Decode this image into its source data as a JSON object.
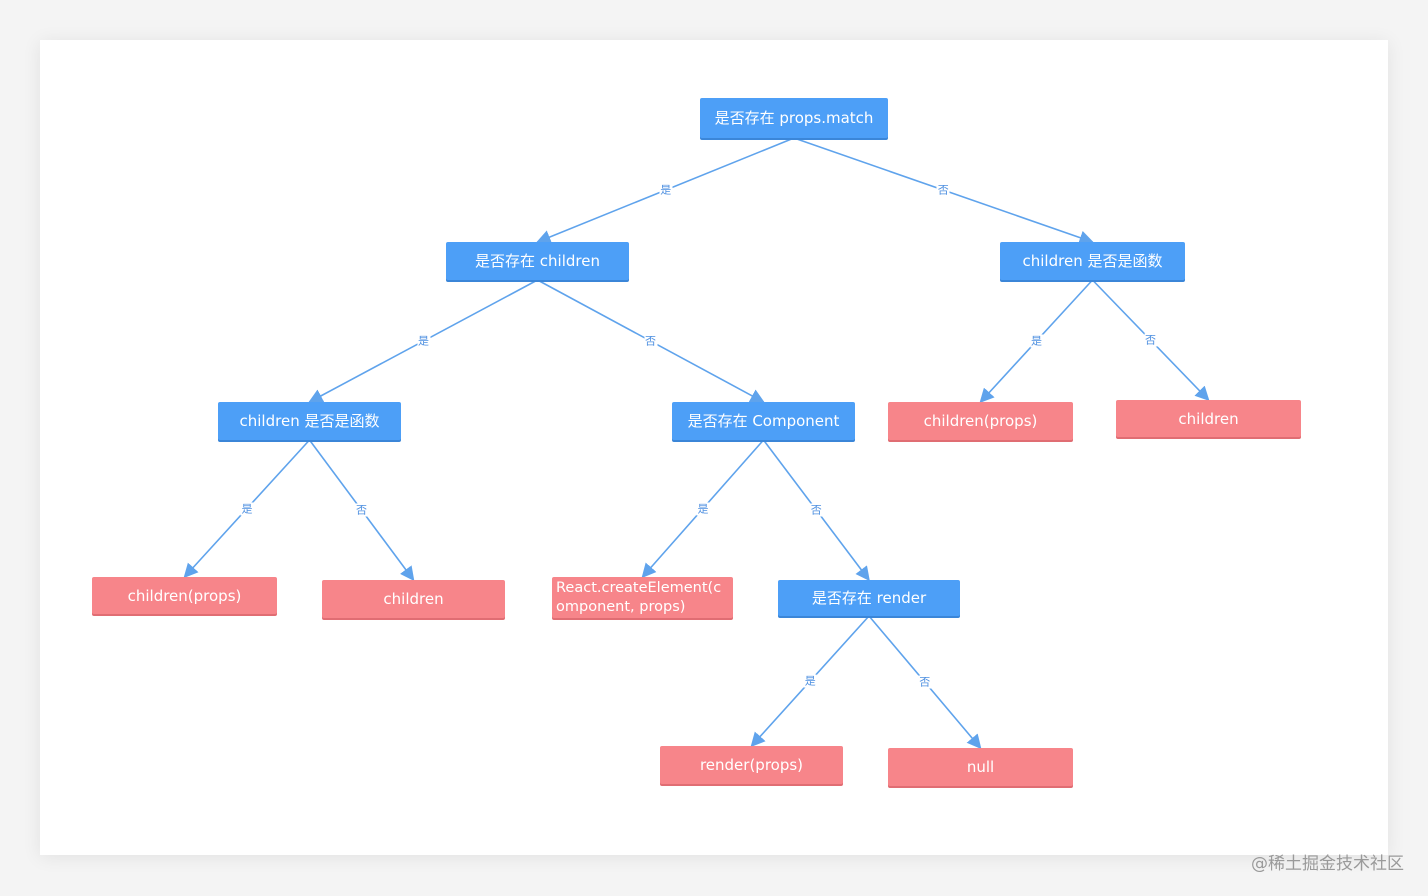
{
  "diagram": {
    "nodes": [
      {
        "id": "n-props-match",
        "label": "是否存在 props.match",
        "kind": "decision"
      },
      {
        "id": "n-exists-children",
        "label": "是否存在 children",
        "kind": "decision"
      },
      {
        "id": "n-children-fn-right",
        "label": "children 是否是函数",
        "kind": "decision"
      },
      {
        "id": "n-children-fn-left",
        "label": "children 是否是函数",
        "kind": "decision"
      },
      {
        "id": "n-exists-component",
        "label": "是否存在 Component",
        "kind": "decision"
      },
      {
        "id": "n-children-props-right",
        "label": "children(props)",
        "kind": "result"
      },
      {
        "id": "n-children-right",
        "label": "children",
        "kind": "result"
      },
      {
        "id": "n-children-props-left",
        "label": "children(props)",
        "kind": "result"
      },
      {
        "id": "n-children-left",
        "label": "children",
        "kind": "result"
      },
      {
        "id": "n-create-element",
        "label": "React.createElement(component, props)",
        "kind": "result"
      },
      {
        "id": "n-exists-render",
        "label": "是否存在 render",
        "kind": "decision"
      },
      {
        "id": "n-render-props",
        "label": "render(props)",
        "kind": "result"
      },
      {
        "id": "n-null",
        "label": "null",
        "kind": "result"
      }
    ],
    "edges": [
      {
        "from": "n-props-match",
        "to": "n-exists-children",
        "label": "是"
      },
      {
        "from": "n-props-match",
        "to": "n-children-fn-right",
        "label": "否"
      },
      {
        "from": "n-exists-children",
        "to": "n-children-fn-left",
        "label": "是"
      },
      {
        "from": "n-exists-children",
        "to": "n-exists-component",
        "label": "否"
      },
      {
        "from": "n-children-fn-right",
        "to": "n-children-props-right",
        "label": "是"
      },
      {
        "from": "n-children-fn-right",
        "to": "n-children-right",
        "label": "否"
      },
      {
        "from": "n-children-fn-left",
        "to": "n-children-props-left",
        "label": "是"
      },
      {
        "from": "n-children-fn-left",
        "to": "n-children-left",
        "label": "否"
      },
      {
        "from": "n-exists-component",
        "to": "n-create-element",
        "label": "是"
      },
      {
        "from": "n-exists-component",
        "to": "n-exists-render",
        "label": "否"
      },
      {
        "from": "n-exists-render",
        "to": "n-render-props",
        "label": "是"
      },
      {
        "from": "n-exists-render",
        "to": "n-null",
        "label": "否"
      }
    ]
  },
  "watermark": "@稀土掘金技术社区",
  "colors": {
    "decision": "#4d9ff7",
    "result": "#f7858a",
    "edge": "#5fa3ec",
    "edge_label": "#4d8fe0"
  }
}
